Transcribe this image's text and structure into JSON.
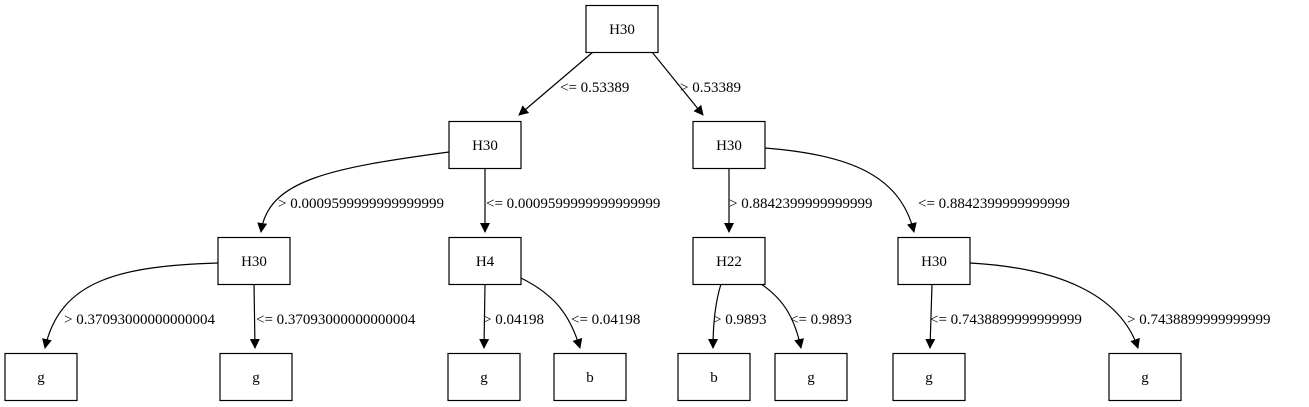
{
  "tree": {
    "nodes": [
      {
        "id": "n0",
        "label": "H30"
      },
      {
        "id": "n1",
        "label": "H30"
      },
      {
        "id": "n2",
        "label": "H30"
      },
      {
        "id": "n3",
        "label": "H30"
      },
      {
        "id": "n4",
        "label": "H4"
      },
      {
        "id": "n5",
        "label": "H22"
      },
      {
        "id": "n6",
        "label": "H30"
      },
      {
        "id": "n7",
        "label": "g"
      },
      {
        "id": "n8",
        "label": "g"
      },
      {
        "id": "n9",
        "label": "g"
      },
      {
        "id": "n10",
        "label": "b"
      },
      {
        "id": "n11",
        "label": "b"
      },
      {
        "id": "n12",
        "label": "g"
      },
      {
        "id": "n13",
        "label": "g"
      },
      {
        "id": "n14",
        "label": "g"
      }
    ],
    "edges": [
      {
        "from": "n0",
        "to": "n1",
        "label": "<= 0.53389"
      },
      {
        "from": "n0",
        "to": "n2",
        "label": "> 0.53389"
      },
      {
        "from": "n1",
        "to": "n3",
        "label": "> 0.0009599999999999999"
      },
      {
        "from": "n1",
        "to": "n4",
        "label": "<= 0.0009599999999999999"
      },
      {
        "from": "n2",
        "to": "n5",
        "label": "> 0.8842399999999999"
      },
      {
        "from": "n2",
        "to": "n6",
        "label": "<= 0.8842399999999999"
      },
      {
        "from": "n3",
        "to": "n7",
        "label": "> 0.37093000000000004"
      },
      {
        "from": "n3",
        "to": "n8",
        "label": "<= 0.37093000000000004"
      },
      {
        "from": "n4",
        "to": "n9",
        "label": "> 0.04198"
      },
      {
        "from": "n4",
        "to": "n10",
        "label": "<= 0.04198"
      },
      {
        "from": "n5",
        "to": "n11",
        "label": "> 0.9893"
      },
      {
        "from": "n5",
        "to": "n12",
        "label": "<= 0.9893"
      },
      {
        "from": "n6",
        "to": "n13",
        "label": "<= 0.7438899999999999"
      },
      {
        "from": "n6",
        "to": "n14",
        "label": "> 0.7438899999999999"
      }
    ]
  }
}
